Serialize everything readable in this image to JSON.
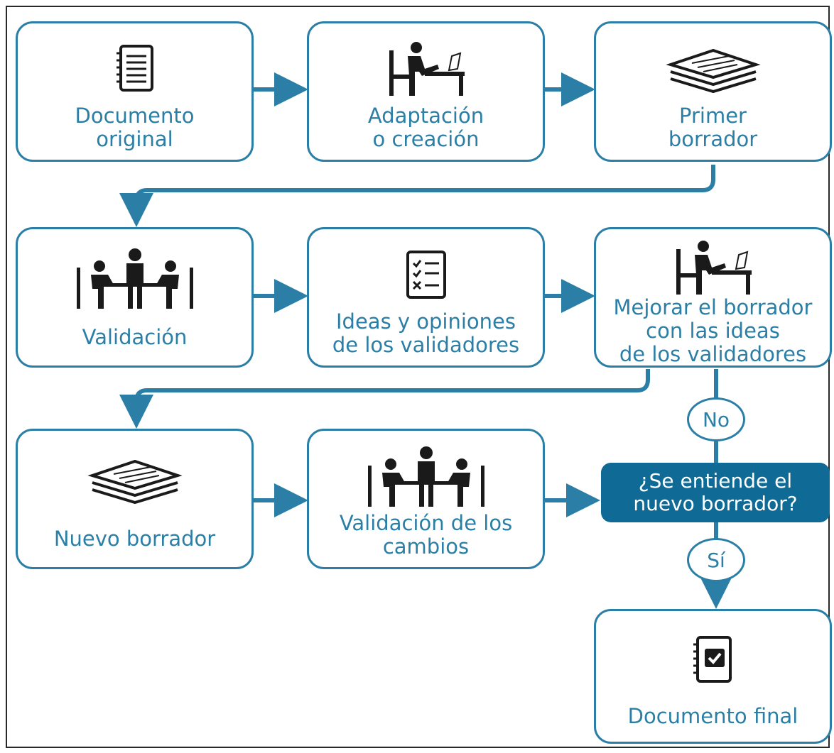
{
  "nodes": {
    "documento_original": "Documento\noriginal",
    "adaptacion": "Adaptación\no creación",
    "primer_borrador": "Primer\nborrador",
    "validacion": "Validación",
    "ideas": "Ideas y opiniones\nde los validadores",
    "mejorar": "Mejorar el borrador\ncon las ideas\nde los validadores",
    "nuevo_borrador": "Nuevo borrador",
    "validacion_cambios": "Validación de los\ncambios",
    "documento_final": "Documento final"
  },
  "decision": "¿Se entiende el\nnuevo borrador?",
  "branches": {
    "no": "No",
    "si": "Sí"
  },
  "icons": {
    "documento_original": "notebook-icon",
    "adaptacion": "person-at-desk-icon",
    "primer_borrador": "document-stack-icon",
    "validacion": "meeting-table-icon",
    "ideas": "checklist-icon",
    "mejorar": "person-at-desk-icon",
    "nuevo_borrador": "document-stack-icon",
    "validacion_cambios": "meeting-table-icon",
    "documento_final": "checked-notebook-icon"
  },
  "colors": {
    "accent": "#2b7fa6",
    "decision_fill": "#0f6b95",
    "icon": "#1a1a1a"
  }
}
